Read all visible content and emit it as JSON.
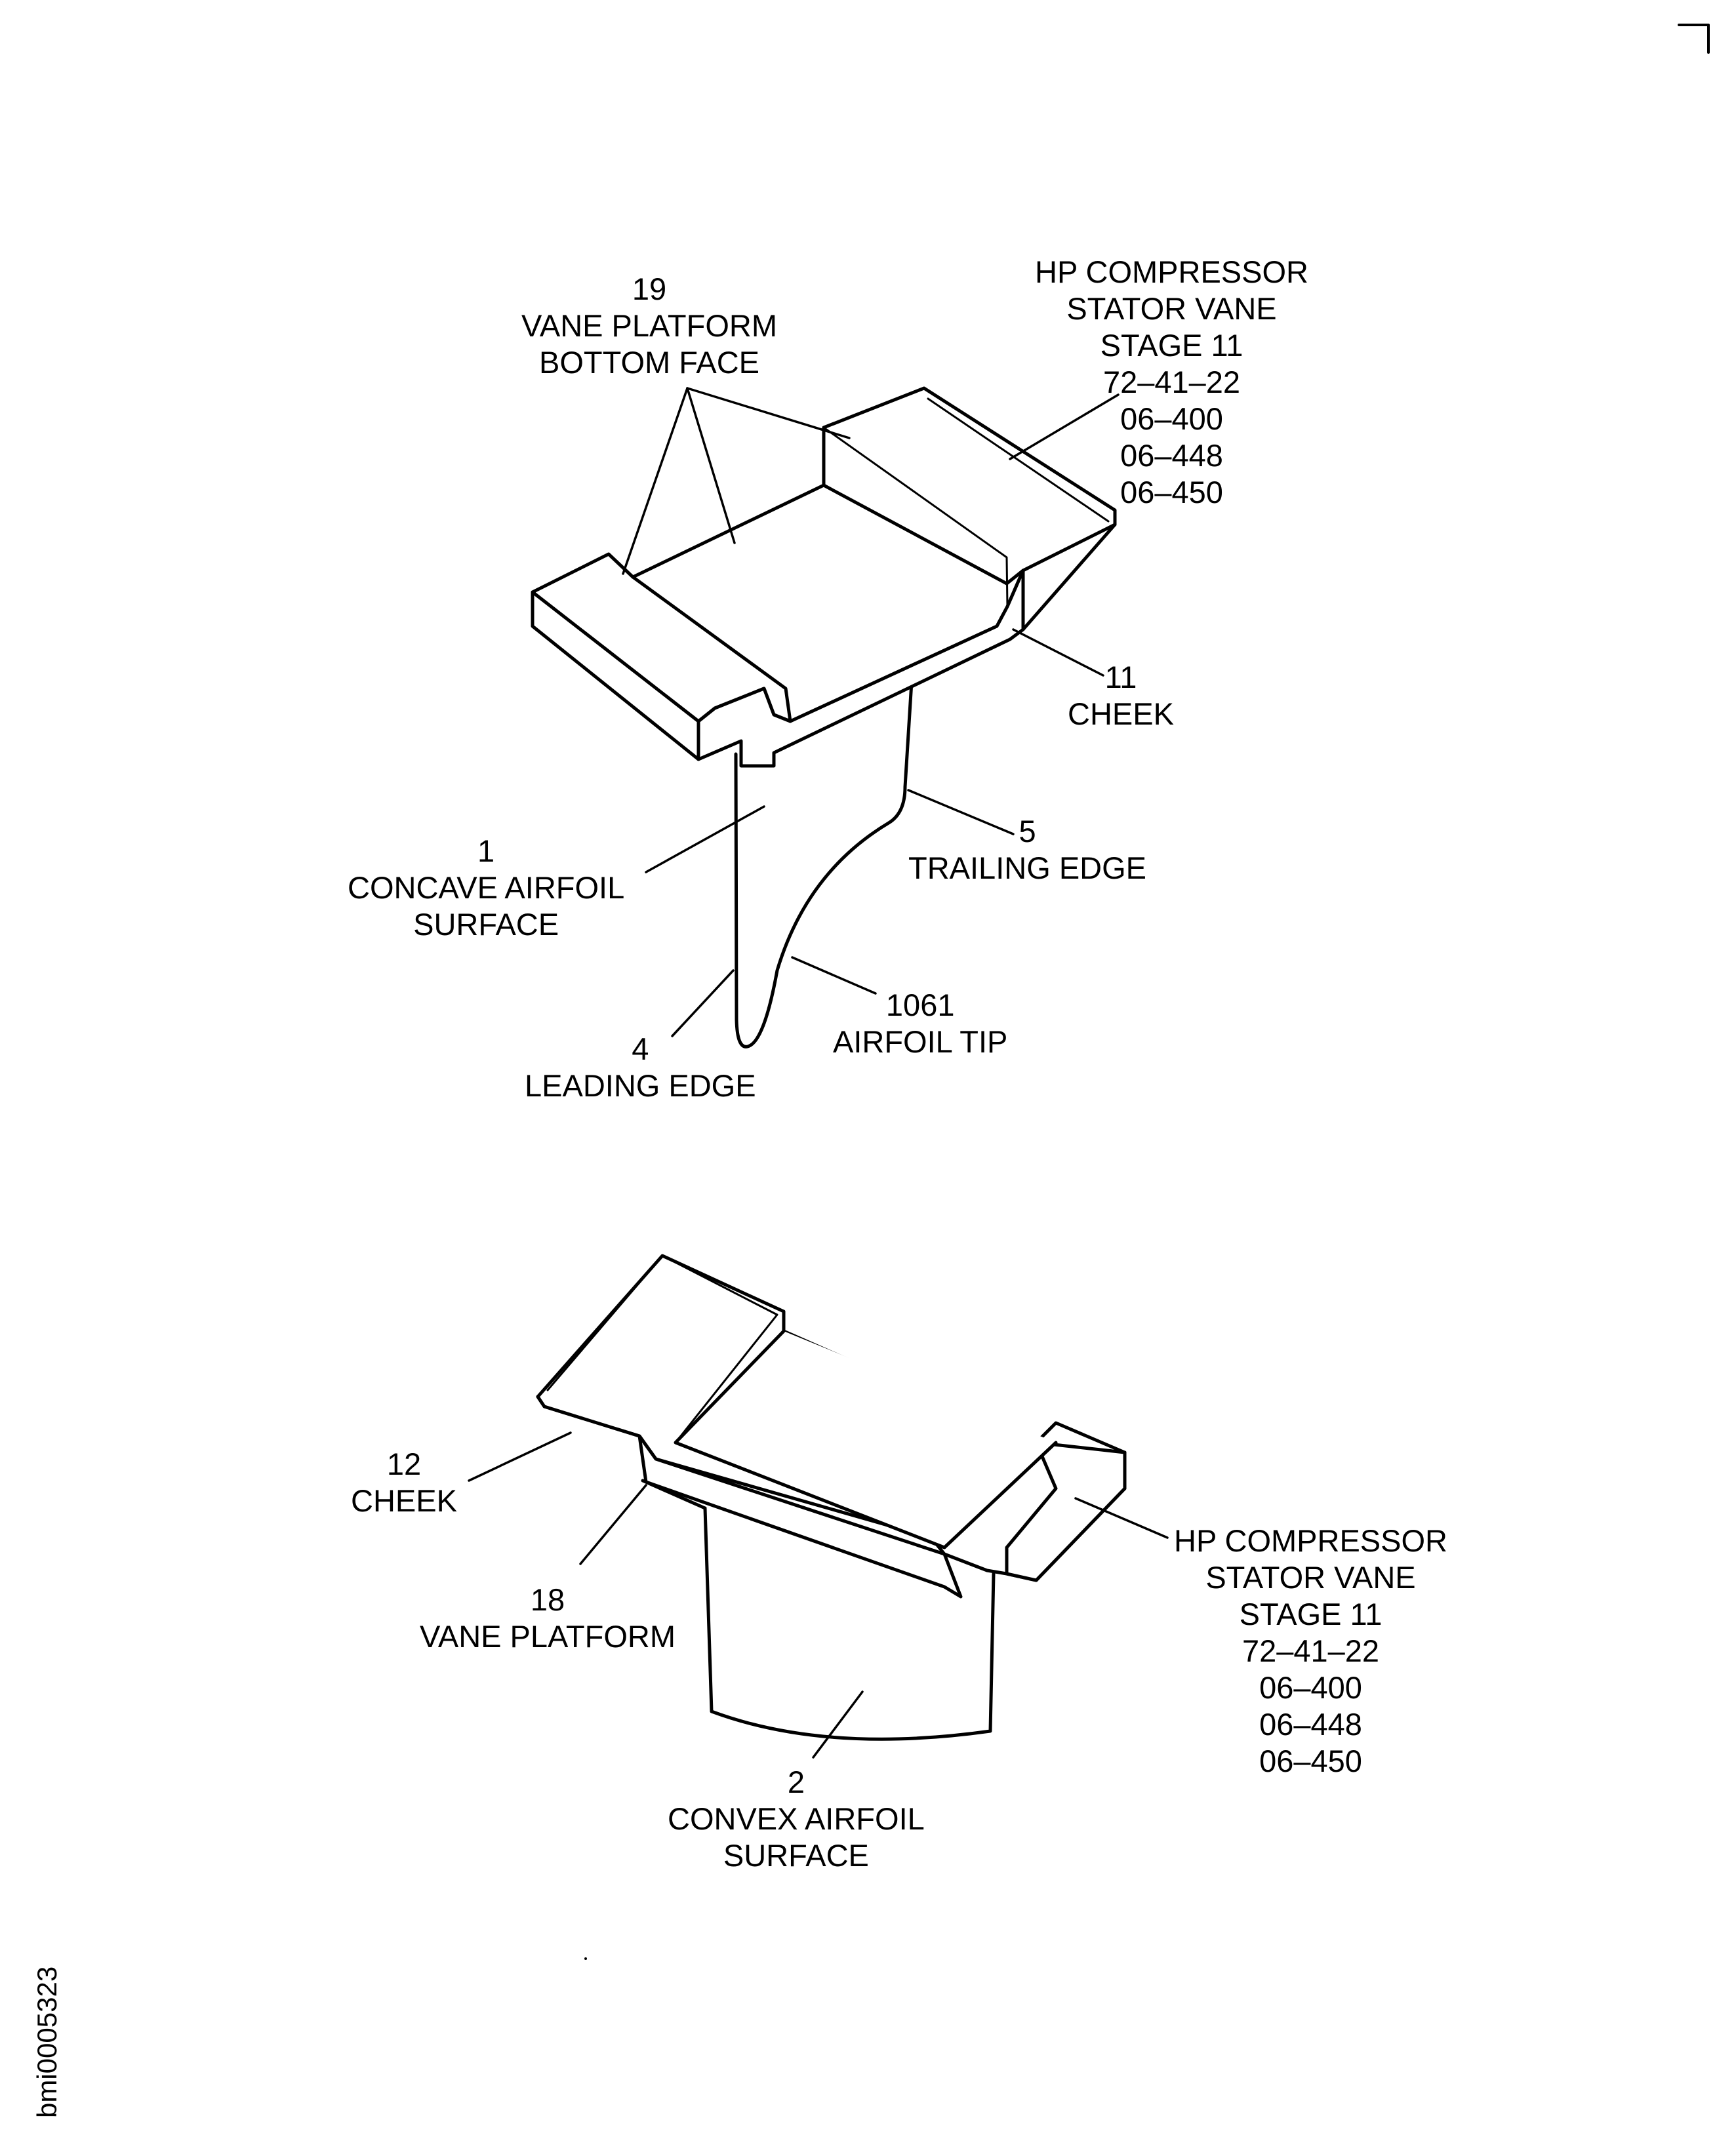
{
  "top_view": {
    "part_title": [
      "HP COMPRESSOR",
      "STATOR VANE",
      "STAGE 11",
      "72–41–22",
      "06–400",
      "06–448",
      "06–450"
    ],
    "callouts": {
      "bottom_face": [
        "19",
        "VANE PLATFORM",
        "BOTTOM FACE"
      ],
      "cheek": [
        "11",
        "CHEEK"
      ],
      "concave_surface": [
        "1",
        "CONCAVE AIRFOIL",
        "SURFACE"
      ],
      "trailing_edge": [
        "5",
        "TRAILING EDGE"
      ],
      "airfoil_tip": [
        "1061",
        "AIRFOIL TIP"
      ],
      "leading_edge": [
        "4",
        "LEADING EDGE"
      ]
    }
  },
  "bottom_view": {
    "part_title": [
      "HP COMPRESSOR",
      "STATOR VANE",
      "STAGE 11",
      "72–41–22",
      "06–400",
      "06–448",
      "06–450"
    ],
    "callouts": {
      "cheek": [
        "12",
        "CHEEK"
      ],
      "vane_platform": [
        "18",
        "VANE PLATFORM"
      ],
      "convex_surface": [
        "2",
        "CONVEX AIRFOIL",
        "SURFACE"
      ]
    }
  },
  "figure_id": "bmi0005323"
}
